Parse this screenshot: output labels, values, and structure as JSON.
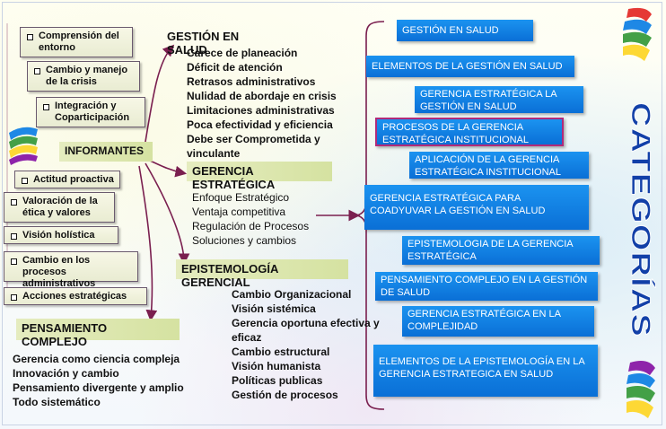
{
  "informants": {
    "title": "INFORMANTES",
    "top_items": [
      "Comprensión del entorno",
      "Cambio y manejo de la crisis",
      "Integración y Coparticipación"
    ],
    "bottom_items": [
      "Actitud proactiva",
      "Valoración de la ética y valores",
      "Visión holística",
      "Cambio en los procesos administrativos",
      "Acciones estratégicas"
    ]
  },
  "groups": [
    {
      "title": "GESTIÓN EN SALUD",
      "items": [
        "Carece de planeación",
        "Déficit de atención",
        "Retrasos administrativos",
        "Nulidad de abordaje en crisis",
        "Limitaciones administrativas",
        "Poca efectividad y eficiencia",
        "Debe ser Comprometida y vinculante"
      ]
    },
    {
      "title": "GERENCIA ESTRATÉGICA",
      "items": [
        "Enfoque Estratégico",
        "Ventaja competitiva",
        "Regulación de Procesos",
        "Soluciones y cambios"
      ]
    },
    {
      "title": "EPISTEMOLOGÍA GERENCIAL",
      "items": [
        "Cambio Organizacional",
        "Visión sistémica",
        "Gerencia oportuna efectiva y eficaz",
        "Cambio estructural",
        "Visión humanista",
        "Políticas publicas",
        "Gestión de procesos"
      ]
    },
    {
      "title": "PENSAMIENTO COMPLEJO",
      "items": [
        "Gerencia como ciencia compleja",
        "Innovación y cambio",
        "Pensamiento divergente  y amplio",
        "Todo sistemático"
      ]
    }
  ],
  "categories_label": "CATEGORÍAS",
  "categories": [
    "GESTIÓN EN SALUD",
    "ELEMENTOS DE LA GESTIÓN EN SALUD",
    "GERENCIA ESTRATÉGICA LA GESTIÓN EN SALUD",
    "PROCESOS DE LA GERENCIA ESTRATÉGICA INSTITUCIONAL",
    "APLICACIÓN DE LA GERENCIA ESTRATÉGICA INSTITUCIONAL",
    "GERENCIA ESTRATÉGICA PARA COADYUVAR LA GESTIÓN EN SALUD",
    "EPISTEMOLOGIA DE LA GERENCIA ESTRATÉGICA",
    "PENSAMIENTO COMPLEJO EN LA GESTIÓN DE SALUD",
    "GERENCIA ESTRATÉGICA EN LA COMPLEJIDAD",
    "ELEMENTOS DE LA EPISTEMOLOGÍA EN LA GERENCIA ESTRATEGICA EN SALUD"
  ],
  "colors": {
    "category_box": "#0a6fd6",
    "category_highlight_border": "#b12a7a",
    "connector": "#7a1f4f",
    "header_fill": "#d5e2a1",
    "categories_label": "#1240a8"
  }
}
